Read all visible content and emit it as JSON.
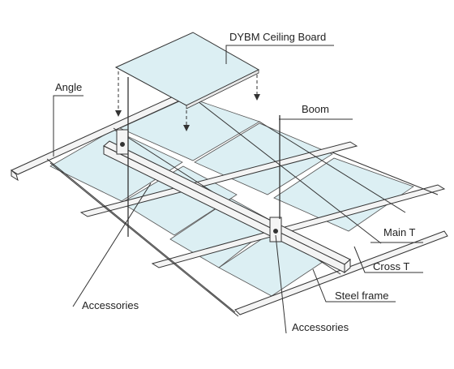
{
  "labels": {
    "ceiling_board": "DYBM Ceiling Board",
    "angle": "Angle",
    "boom": "Boom",
    "main_t": "Main T",
    "cross_t": "Cross T",
    "steel_frame": "Steel frame",
    "accessories_left": "Accessories",
    "accessories_right": "Accessories"
  },
  "colors": {
    "panel_fill": "#dceff3",
    "line": "#333333",
    "rail_fill": "#f4f4f4",
    "background": "#ffffff"
  }
}
